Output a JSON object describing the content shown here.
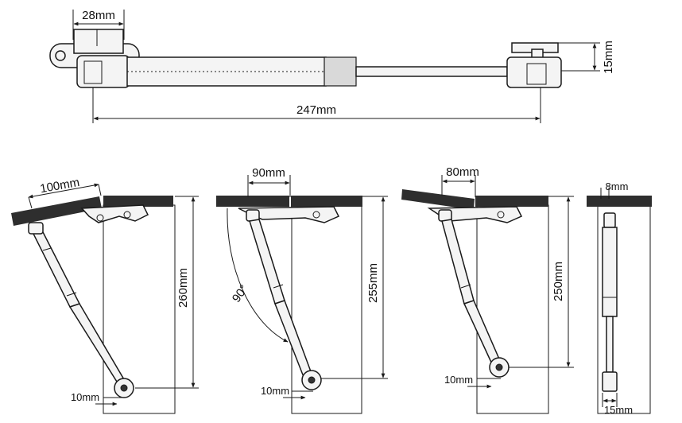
{
  "top_view": {
    "width_label": "28mm",
    "length_label": "247mm",
    "height_label": "15mm"
  },
  "panel_100": {
    "offset_label": "100mm",
    "height_label": "260mm",
    "base_label": "10mm"
  },
  "panel_90": {
    "offset_label": "90mm",
    "angle_label": "90°",
    "height_label": "255mm",
    "base_label": "10mm"
  },
  "panel_80": {
    "offset_label": "80mm",
    "height_label": "250mm",
    "base_label": "10mm"
  },
  "side_view": {
    "top_label": "8mm",
    "bottom_label": "15mm"
  },
  "colors": {
    "line": "#1a1a1a",
    "board": "#2e2e2e",
    "background": "#ffffff"
  }
}
